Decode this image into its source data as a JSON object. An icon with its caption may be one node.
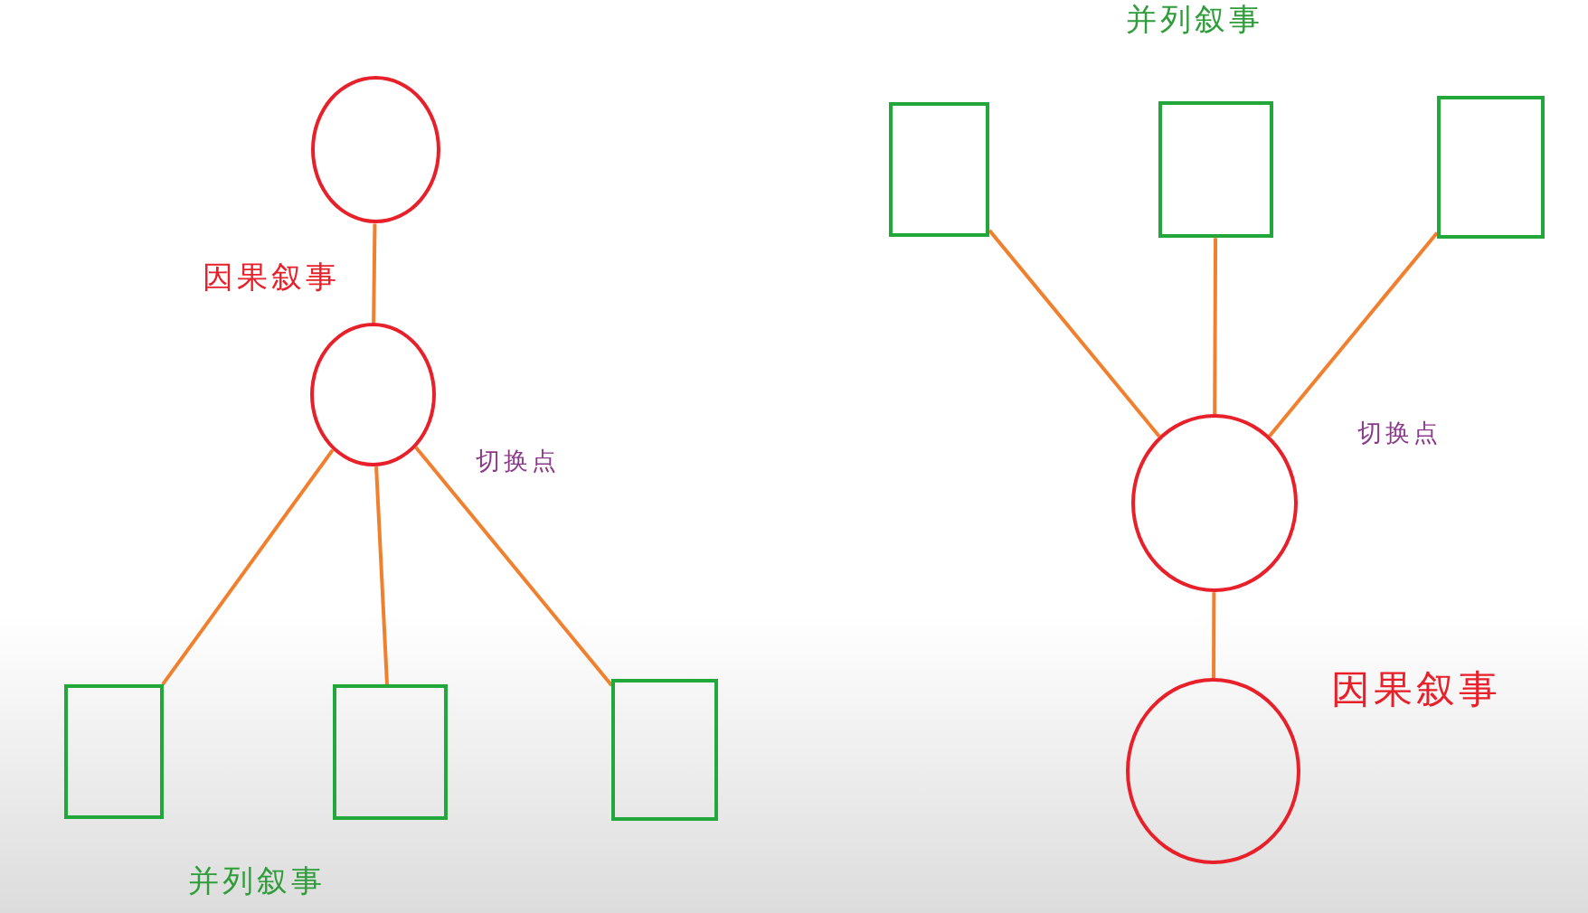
{
  "diagram": {
    "nodes": [
      {
        "text": [],
        "shape": "circle"
      },
      {
        "text": [],
        "shape": "circle"
      },
      {
        "text": [],
        "shape": "box"
      },
      {
        "text": [],
        "shape": "box"
      },
      {
        "text": [],
        "shape": "box"
      },
      {
        "text": [],
        "shape": "box"
      },
      {
        "text": [],
        "shape": "box"
      },
      {
        "text": [],
        "shape": "box"
      },
      {
        "text": [],
        "shape": "circle"
      },
      {
        "text": [],
        "shape": "circle"
      }
    ],
    "edges": [
      {
        "from": 0,
        "to": 1,
        "arrow": "none"
      },
      {
        "from": 1,
        "to": 2,
        "arrow": "none"
      },
      {
        "from": 1,
        "to": 3,
        "arrow": "none"
      },
      {
        "from": 1,
        "to": 4,
        "arrow": "none"
      },
      {
        "from": 5,
        "to": 8,
        "arrow": "none"
      },
      {
        "from": 6,
        "to": 8,
        "arrow": "none"
      },
      {
        "from": 7,
        "to": 8,
        "arrow": "none"
      },
      {
        "from": 8,
        "to": 9,
        "arrow": "none"
      }
    ],
    "labels": [
      "并列叙事",
      "因果叙事",
      "切换点",
      "切换点",
      "因果叙事",
      "并列叙事"
    ]
  }
}
